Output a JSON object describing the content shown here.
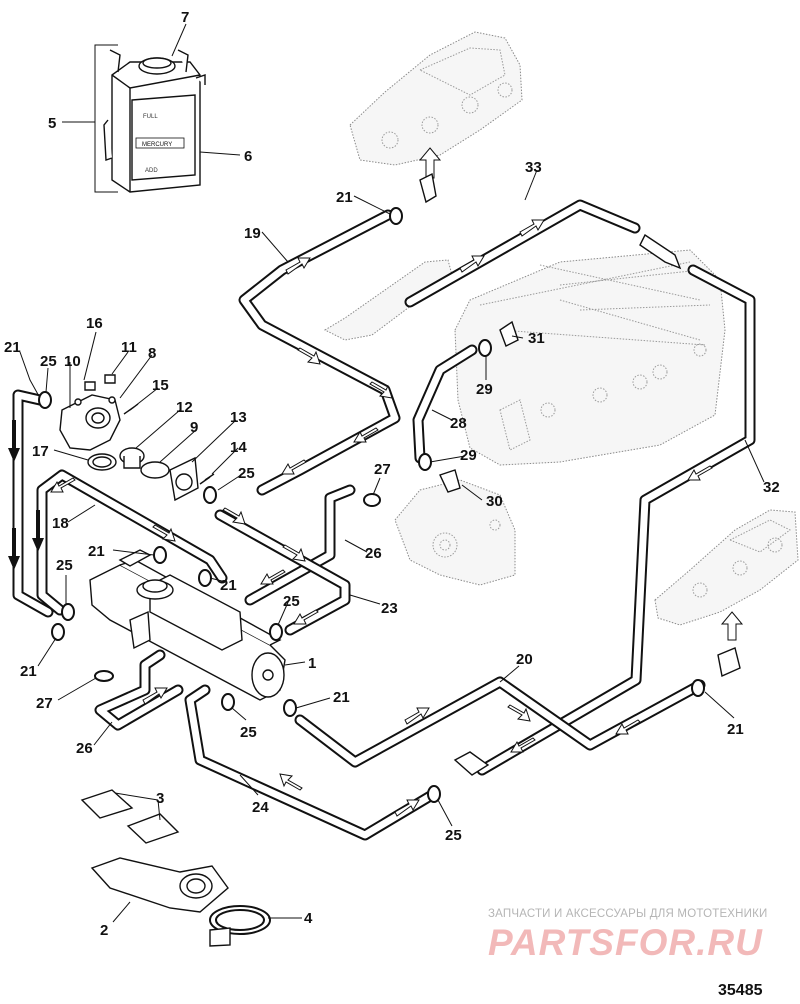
{
  "callouts": {
    "c1": "1",
    "c2": "2",
    "c3": "3",
    "c4": "4",
    "c5": "5",
    "c6": "6",
    "c7": "7",
    "c8": "8",
    "c9": "9",
    "c10": "10",
    "c11": "11",
    "c12": "12",
    "c13": "13",
    "c14": "14",
    "c15": "15",
    "c16": "16",
    "c17": "17",
    "c18": "18",
    "c19": "19",
    "c20": "20",
    "c21a": "21",
    "c21b": "21",
    "c21c": "21",
    "c21d": "21",
    "c21e": "21",
    "c21f": "21",
    "c21g": "21",
    "c23": "23",
    "c24": "24",
    "c25a": "25",
    "c25b": "25",
    "c25c": "25",
    "c25d": "25",
    "c25e": "25",
    "c25f": "25",
    "c26a": "26",
    "c26b": "26",
    "c27a": "27",
    "c27b": "27",
    "c28": "28",
    "c29a": "29",
    "c29b": "29",
    "c30": "30",
    "c31": "31",
    "c32": "32",
    "c33": "33"
  },
  "tank_labels": {
    "line1": "FULL",
    "line2": "MERCURY",
    "line3": "ADD"
  },
  "watermark": {
    "caption": "ЗАПЧАСТИ И АКСЕССУАРЫ ДЛЯ МОТОТЕХНИКИ",
    "logo": "PARTSFOR.RU"
  },
  "figure_number": "35485"
}
